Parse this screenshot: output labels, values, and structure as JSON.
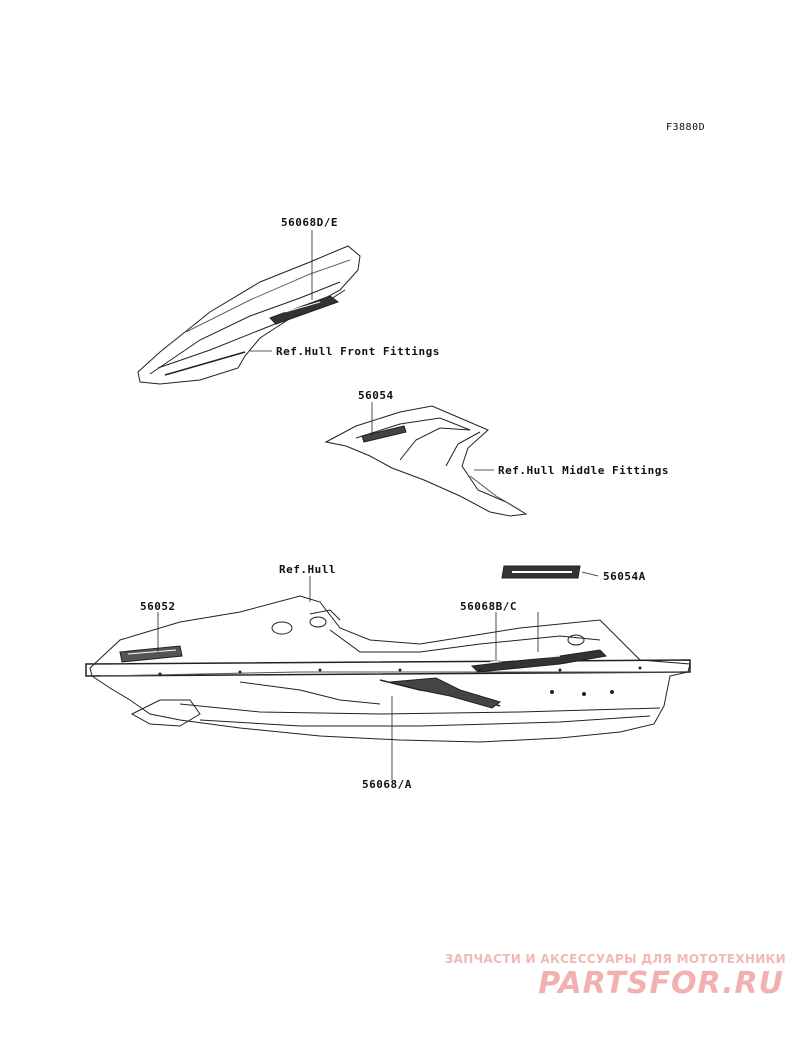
{
  "figure_id": "F3880D",
  "callouts": {
    "front_decal": "56068D/E",
    "front_ref": "Ref.Hull Front Fittings",
    "middle_decal": "56054",
    "middle_ref": "Ref.Hull Middle Fittings",
    "hull_ref": "Ref.Hull",
    "stripe_small": "56054A",
    "rear_decal": "56052",
    "deck_decal": "56068B/C",
    "side_decal": "56068/A"
  },
  "watermark": {
    "subtitle": "ЗАПЧАСТИ И АКСЕССУАРЫ ДЛЯ МОТОТЕХНИКИ",
    "logo": "PARTSFOR.RU"
  }
}
